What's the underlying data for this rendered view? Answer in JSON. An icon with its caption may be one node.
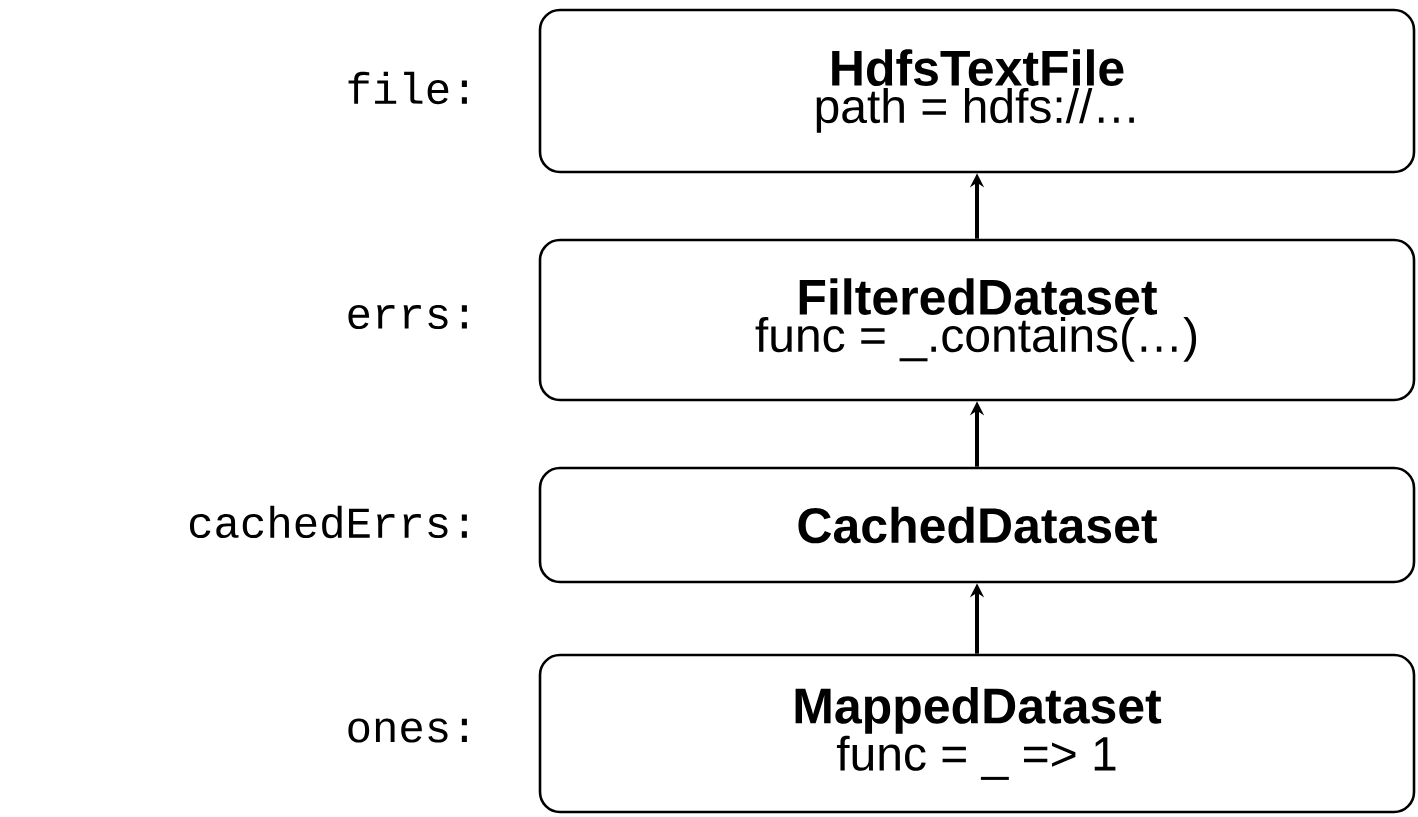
{
  "diagram": {
    "nodes": [
      {
        "text": [
          "HdfsTextFile",
          "path = hdfs://…"
        ],
        "beside": [
          "file:"
        ]
      },
      {
        "text": [
          "FilteredDataset",
          "func = _.contains(…)"
        ],
        "beside": [
          "errs:"
        ]
      },
      {
        "text": [
          "CachedDataset"
        ],
        "beside": [
          "cachedErrs:"
        ]
      },
      {
        "text": [
          "MappedDataset",
          "func = _ => 1"
        ],
        "beside": [
          "ones:"
        ]
      }
    ],
    "edges": [
      {
        "from": 1,
        "to": 0,
        "arrow": "to"
      },
      {
        "from": 2,
        "to": 1,
        "arrow": "to"
      },
      {
        "from": 3,
        "to": 2,
        "arrow": "to"
      }
    ]
  }
}
